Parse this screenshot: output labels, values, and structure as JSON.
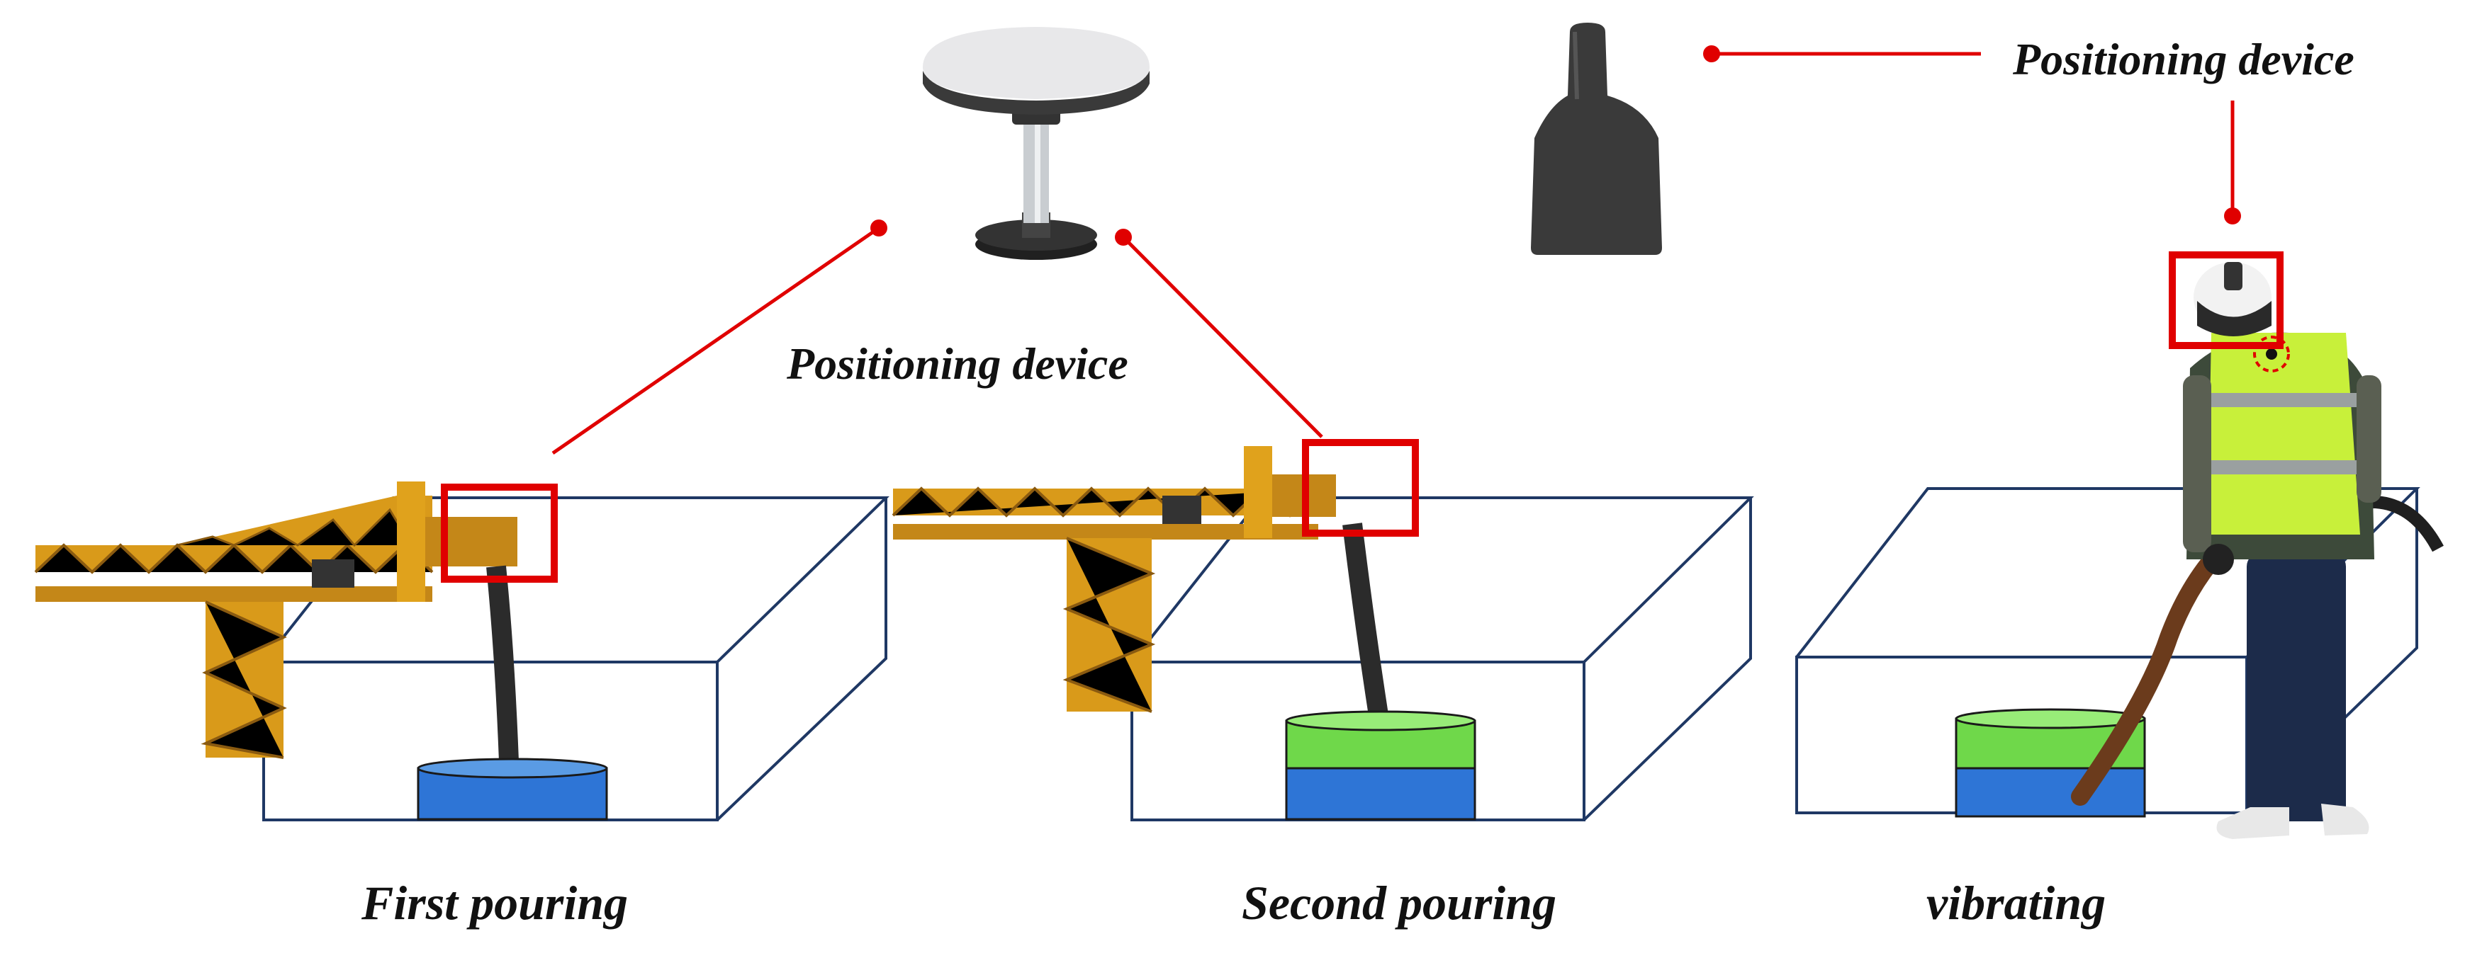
{
  "labels": {
    "device_label_center": "Positioning device",
    "device_label_right": "Positioning device",
    "stage_1": "First pouring",
    "stage_2": "Second pouring",
    "stage_3": "vibrating"
  },
  "icons": {
    "gnss_antenna": "gnss-antenna-icon",
    "helmet_tracker": "helmet-positioning-device-icon",
    "tower_crane": "tower-crane-icon",
    "worker": "construction-worker-icon"
  },
  "colors": {
    "callout_red": "#e00000",
    "box_outline": "#1f3864",
    "first_layer": "#2e75d6",
    "second_layer": "#6fd84a",
    "crane_yellow": "#d99a1a",
    "vest_green": "#c8f03a",
    "device_dark": "#3a3a3a"
  }
}
